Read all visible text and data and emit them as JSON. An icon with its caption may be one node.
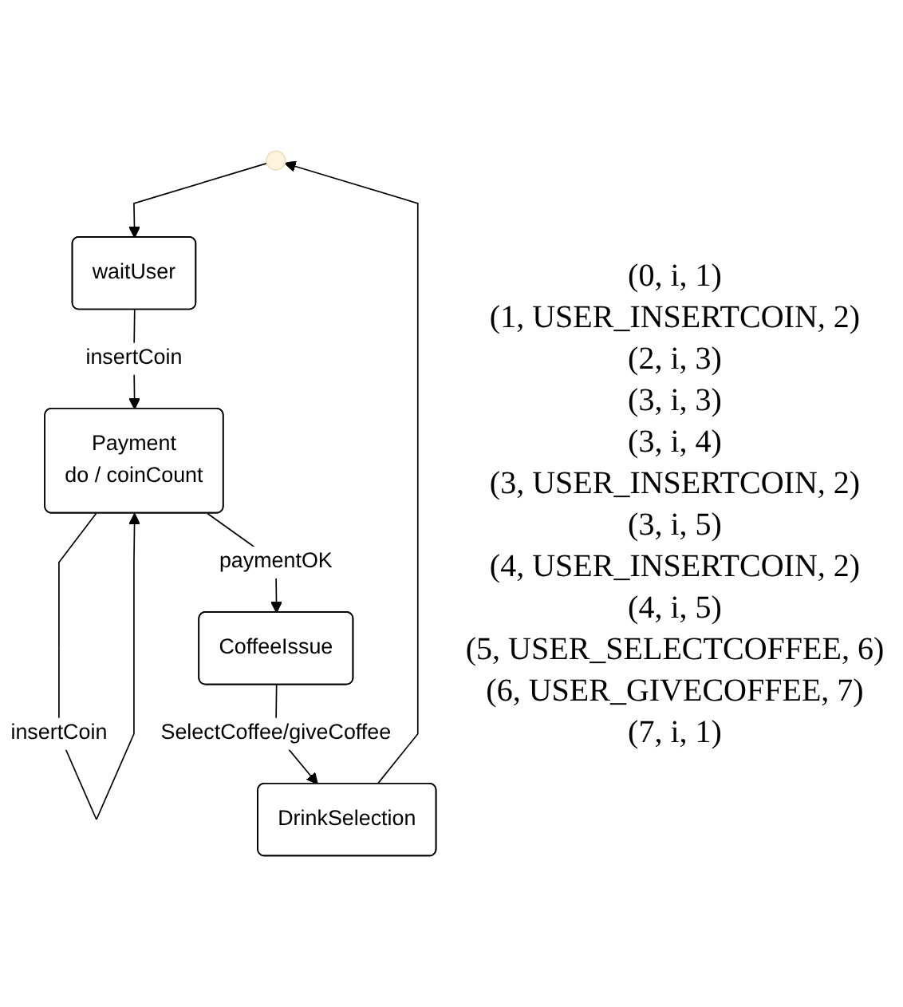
{
  "diagram": {
    "nodes": [
      {
        "text": [],
        "shape": "circle"
      },
      {
        "text": [
          "waitUser"
        ]
      },
      {
        "text": [
          "Payment",
          "do / coinCount"
        ]
      },
      {
        "text": [
          "CoffeeIssue"
        ]
      },
      {
        "text": [
          "DrinkSelection"
        ]
      }
    ],
    "edges": [
      {
        "from": 0,
        "to": 1,
        "arrow": "to"
      },
      {
        "from": 1,
        "to": 2,
        "arrow": "to",
        "label": "insertCoin"
      },
      {
        "from": 2,
        "to": 2,
        "arrow": "to",
        "label": "insertCoin"
      },
      {
        "from": 2,
        "to": 3,
        "arrow": "to",
        "label": "paymentOK"
      },
      {
        "from": 3,
        "to": 4,
        "arrow": "to",
        "label": "SelectCoffee/giveCoffee"
      },
      {
        "from": 4,
        "to": 0,
        "arrow": "to"
      }
    ],
    "labels": [
      "(0, i, 1)",
      "(1, USER_INSERTCOIN, 2)",
      "(2, i, 3)",
      "(3, i, 3)",
      "(3, i, 4)",
      "(3, USER_INSERTCOIN, 2)",
      "(3, i, 5)",
      "(4, USER_INSERTCOIN, 2)",
      "(4, i, 5)",
      "(5, USER_SELECTCOFFEE, 6)",
      "(6, USER_GIVECOFFEE, 7)",
      "(7, i, 1)"
    ]
  }
}
